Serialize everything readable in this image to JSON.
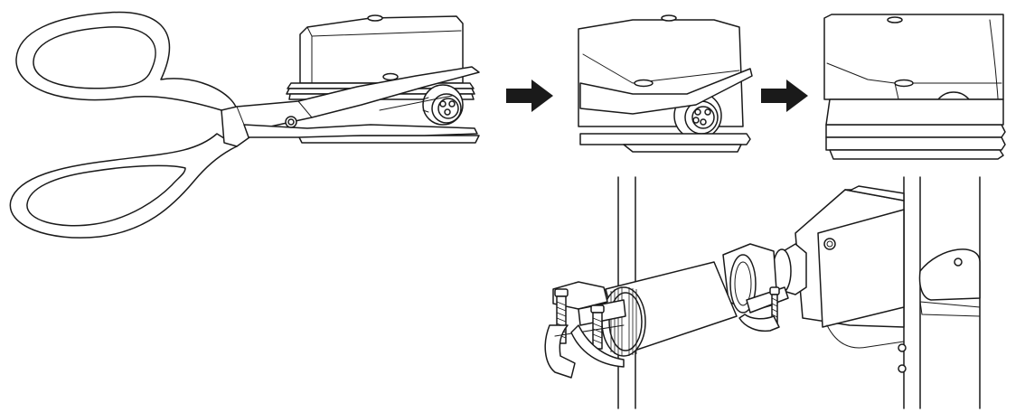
{
  "figure": {
    "steps": [
      {
        "id": "cut-plug",
        "depicts": "scissors-cutting-cable-entry-plug"
      },
      {
        "id": "plug-cut",
        "depicts": "plug-trimmed"
      },
      {
        "id": "hole-open",
        "depicts": "open-cable-entry-hole"
      },
      {
        "id": "install-gland",
        "depicts": "cable-gland-with-conduit-fitting-through-wall"
      }
    ],
    "arrow_count": 2,
    "icons": [
      "scissors-icon",
      "right-arrow-icon",
      "junction-box-icon",
      "cable-gland-icon"
    ],
    "colors": {
      "line": "#1a1a1a",
      "fill": "#ffffff"
    }
  }
}
